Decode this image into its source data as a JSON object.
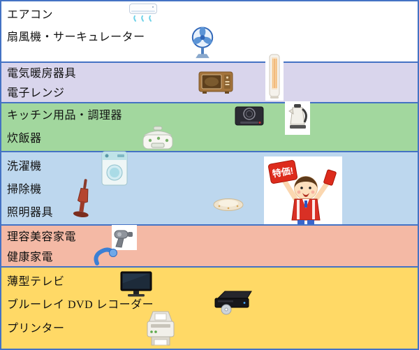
{
  "panel": {
    "border_color": "#4472c4",
    "colors": {
      "band1": "#ffffff",
      "band2": "#d9d5ec",
      "band3": "#a2d79e",
      "band4": "#bdd7ee",
      "band5": "#f4b9a5",
      "band6": "#ffd966",
      "separator": "#4472c4"
    }
  },
  "bands": [
    {
      "name": "air-conditioning",
      "labels": [
        "エアコン",
        "扇風機・サーキュレーター"
      ],
      "icons": [
        "air-conditioner-icon",
        "desk-fan-icon"
      ]
    },
    {
      "name": "heating-and-microwave",
      "labels": [
        "電気暖房器具",
        "電子レンジ"
      ],
      "icons": [
        "electric-heater-icon",
        "microwave-icon"
      ]
    },
    {
      "name": "kitchen-and-cooking",
      "labels": [
        "キッチン用品・調理器",
        "炊飯器"
      ],
      "icons": [
        "induction-cooker-icon",
        "electric-kettle-icon",
        "rice-cooker-icon"
      ]
    },
    {
      "name": "laundry-cleaning-lighting",
      "labels": [
        "洗濯機",
        "掃除機",
        "照明器具"
      ],
      "icons": [
        "washing-machine-icon",
        "vacuum-cleaner-icon",
        "ceiling-light-icon",
        "salesman-mascot"
      ]
    },
    {
      "name": "beauty-and-health",
      "labels": [
        "理容美容家電",
        "健康家電"
      ],
      "icons": [
        "hair-dryer-icon",
        "massager-icon"
      ]
    },
    {
      "name": "av-and-printer",
      "labels": [
        "薄型テレビ",
        "ブルーレイ DVD レコーダー",
        "プリンター"
      ],
      "icons": [
        "flat-tv-icon",
        "blu-ray-recorder-icon",
        "printer-icon"
      ]
    }
  ],
  "mascot": {
    "sign_text": "特価!"
  }
}
